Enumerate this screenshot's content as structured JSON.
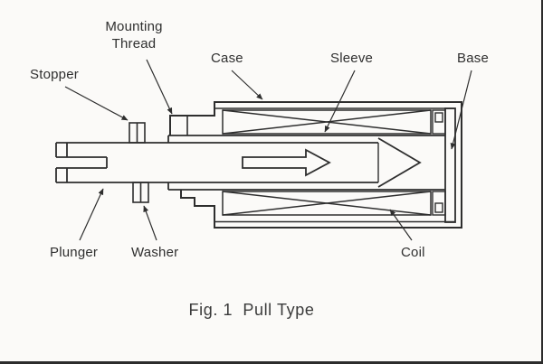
{
  "figure": {
    "caption": "Fig. 1  Pull Type",
    "labels": {
      "mounting_thread": "Mounting\nThread",
      "stopper": "Stopper",
      "case": "Case",
      "sleeve": "Sleeve",
      "base": "Base",
      "plunger": "Plunger",
      "washer": "Washer",
      "coil": "Coil"
    },
    "colors": {
      "line": "#2e2e2e",
      "background": "#fbfaf8",
      "text": "#2f2f2f"
    }
  }
}
